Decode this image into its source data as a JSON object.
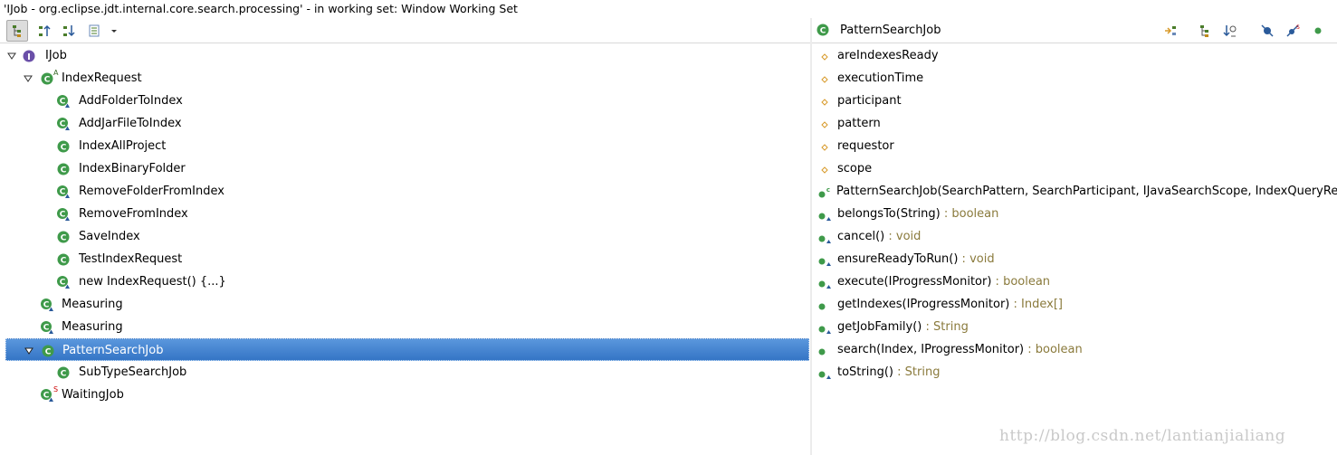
{
  "window": {
    "title": "'IJob - org.eclipse.jdt.internal.core.search.processing' - in working set: Window Working Set"
  },
  "left_toolbar": {
    "buttons": [
      "show-hierarchy-icon",
      "show-supertype-icon",
      "show-subtype-icon",
      "lock-view-icon",
      "view-menu-icon"
    ]
  },
  "hierarchy": {
    "rows": [
      {
        "label": "IJob",
        "icon": "interface-icon",
        "expanded": true,
        "level": 0
      },
      {
        "label": "IndexRequest",
        "icon": "abstract-class-icon",
        "expanded": true,
        "level": 1,
        "overlay": "A"
      },
      {
        "label": "AddFolderToIndex",
        "icon": "class-icon",
        "level": 2
      },
      {
        "label": "AddJarFileToIndex",
        "icon": "class-icon",
        "level": 2
      },
      {
        "label": "IndexAllProject",
        "icon": "class-icon",
        "level": 2
      },
      {
        "label": "IndexBinaryFolder",
        "icon": "class-icon",
        "level": 2
      },
      {
        "label": "RemoveFolderFromIndex",
        "icon": "class-icon",
        "level": 2
      },
      {
        "label": "RemoveFromIndex",
        "icon": "class-icon",
        "level": 2
      },
      {
        "label": "SaveIndex",
        "icon": "class-icon",
        "level": 2
      },
      {
        "label": "TestIndexRequest",
        "icon": "class-icon",
        "level": 2
      },
      {
        "label": "new IndexRequest() {...}",
        "icon": "anonymous-class-icon",
        "level": 2
      },
      {
        "label": "Measuring",
        "icon": "class-icon",
        "level": 1
      },
      {
        "label": "Measuring",
        "icon": "class-icon",
        "level": 1
      },
      {
        "label": "PatternSearchJob",
        "icon": "class-icon",
        "expanded": true,
        "level": 1,
        "selected": true
      },
      {
        "label": "SubTypeSearchJob",
        "icon": "class-icon",
        "level": 2
      },
      {
        "label": "WaitingJob",
        "icon": "static-class-icon",
        "level": 1,
        "overlay": "S"
      }
    ]
  },
  "outline": {
    "title": "PatternSearchJob",
    "toolbar": [
      "show-inherited-members-icon",
      "show-in-hierarchy-icon",
      "sort-members-icon",
      "hide-fields-icon",
      "hide-static-members-icon",
      "hide-non-public-icon"
    ],
    "members": [
      {
        "name": "areIndexesReady",
        "type": "",
        "kind": "field"
      },
      {
        "name": "executionTime",
        "type": "",
        "kind": "field"
      },
      {
        "name": "participant",
        "type": "",
        "kind": "field"
      },
      {
        "name": "pattern",
        "type": "",
        "kind": "field"
      },
      {
        "name": "requestor",
        "type": "",
        "kind": "field"
      },
      {
        "name": "scope",
        "type": "",
        "kind": "field"
      },
      {
        "name": "PatternSearchJob(SearchPattern, SearchParticipant, IJavaSearchScope, IndexQueryRequ",
        "type": "",
        "kind": "constructor"
      },
      {
        "name": "belongsTo(String)",
        "type": " : boolean",
        "kind": "method-overridden"
      },
      {
        "name": "cancel()",
        "type": " : void",
        "kind": "method-overridden"
      },
      {
        "name": "ensureReadyToRun()",
        "type": " : void",
        "kind": "method-overridden"
      },
      {
        "name": "execute(IProgressMonitor)",
        "type": " : boolean",
        "kind": "method-overridden"
      },
      {
        "name": "getIndexes(IProgressMonitor)",
        "type": " : Index[]",
        "kind": "method"
      },
      {
        "name": "getJobFamily()",
        "type": " : String",
        "kind": "method-overridden"
      },
      {
        "name": "search(Index, IProgressMonitor)",
        "type": " : boolean",
        "kind": "method"
      },
      {
        "name": "toString()",
        "type": " : String",
        "kind": "method-overridden"
      }
    ]
  },
  "watermark": "http://blog.csdn.net/lantianjialiang",
  "colors": {
    "selection": "#3e7fce",
    "class_green": "#3f9a4a",
    "interface_purple": "#6a4fa8",
    "field_orange": "#d89a2a",
    "type_text": "#8a7a3c"
  }
}
